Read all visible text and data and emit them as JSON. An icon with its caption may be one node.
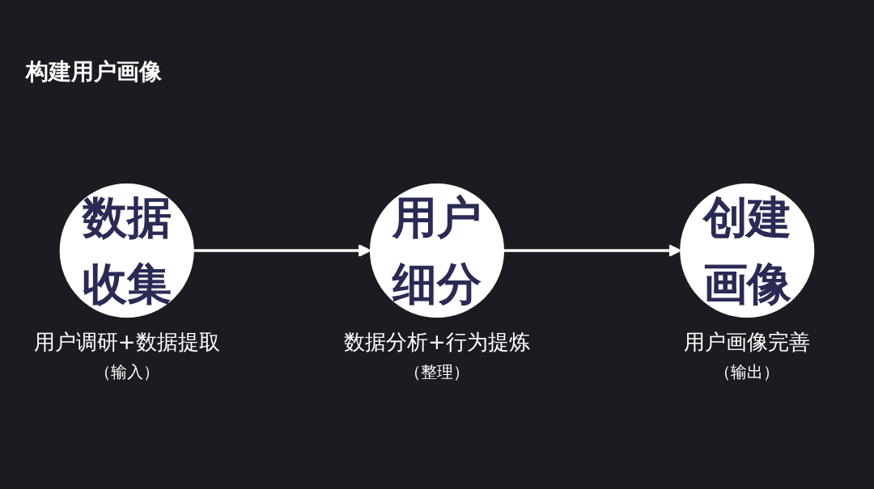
{
  "diagram": {
    "title": "构建用户画像",
    "nodes": [
      {
        "text": [
          "数据收集"
        ],
        "beside": [
          "用户调研+数据提取",
          "（输入）"
        ]
      },
      {
        "text": [
          "用户细分"
        ],
        "beside": [
          "数据分析+行为提炼",
          "（整理）"
        ]
      },
      {
        "text": [
          "创建画像"
        ],
        "beside": [
          "用户画像完善",
          "（输出）"
        ]
      }
    ],
    "edges": [
      {
        "from": 0,
        "to": 1,
        "arrow": "to"
      },
      {
        "from": 1,
        "to": 2,
        "arrow": "to"
      }
    ]
  }
}
